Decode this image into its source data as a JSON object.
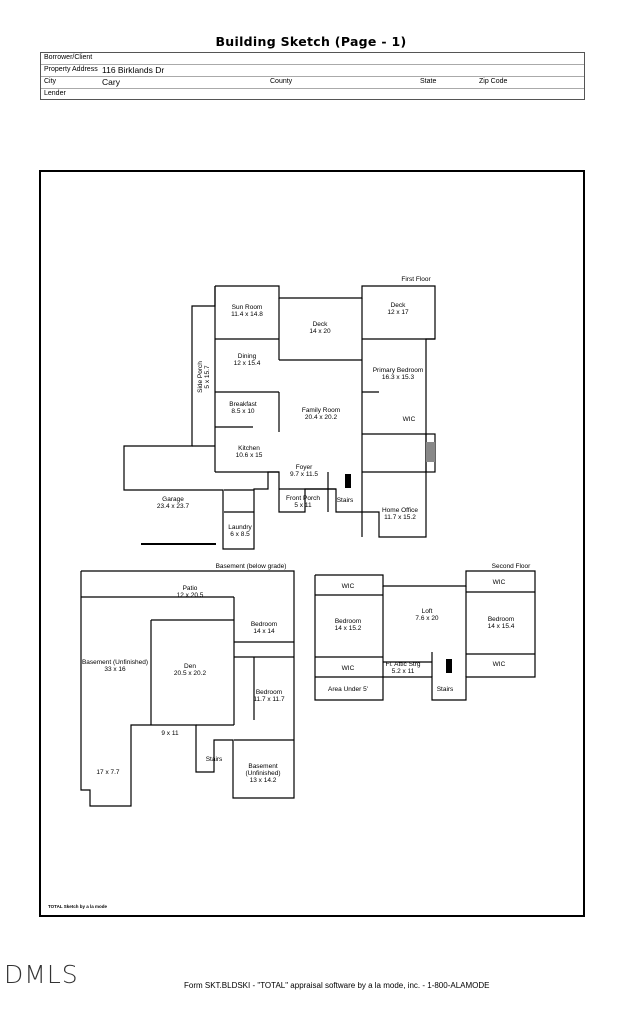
{
  "title": "Building Sketch (Page - 1)",
  "header": {
    "borrower_label": "Borrower/Client",
    "address_label": "Property Address",
    "address_value": "116 Birklands Dr",
    "city_label": "City",
    "city_value": "Cary",
    "county_label": "County",
    "state_label": "State",
    "zip_label": "Zip Code",
    "lender_label": "Lender"
  },
  "floors": {
    "first": "First Floor",
    "basement": "Basement (below grade)",
    "second": "Second Floor"
  },
  "rooms_first": {
    "sun_room": "Sun Room",
    "sun_room_dim": "11.4 x 14.8",
    "deck1": "Deck",
    "deck1_dim": "14 x 20",
    "deck2": "Deck",
    "deck2_dim": "12 x 17",
    "dining": "Dining",
    "dining_dim": "12 x 15.4",
    "side_porch": "Side Porch",
    "side_porch_dim": "5 x 15.7",
    "primary": "Primary Bedroom",
    "primary_dim": "16.3 x 15.3",
    "breakfast": "Breakfast",
    "breakfast_dim": "8.5 x 10",
    "family": "Family Room",
    "family_dim": "20.4 x 20.2",
    "wic": "WIC",
    "kitchen": "Kitchen",
    "kitchen_dim": "10.6 x 15",
    "foyer": "Foyer",
    "foyer_dim": "9.7 x 11.5",
    "garage": "Garage",
    "garage_dim": "23.4 x 23.7",
    "front_porch": "Front Porch",
    "front_porch_dim": "5 x 11",
    "stairs": "Stairs",
    "home_office": "Home Office",
    "home_office_dim": "11.7 x 15.2",
    "laundry": "Laundry",
    "laundry_dim": "6 x 8.5"
  },
  "rooms_basement": {
    "patio": "Patio",
    "patio_dim": "12 x 20.5",
    "bedroom1": "Bedroom",
    "bedroom1_dim": "14 x 14",
    "unfinished": "Basement (Unfinished)",
    "unfinished_dim": "33 x 16",
    "den": "Den",
    "den_dim": "20.5 x 20.2",
    "bedroom2": "Bedroom",
    "bedroom2_dim": "11.7 x 11.7",
    "dim_9x11": "9 x 11",
    "stairs": "Stairs",
    "dim_17x77": "17 x 7.7",
    "unfinished2_a": "Basement",
    "unfinished2_b": "(Unfinished)",
    "unfinished2_dim": "13 x 14.2"
  },
  "rooms_second": {
    "wic": "WIC",
    "bedroom1": "Bedroom",
    "bedroom1_dim": "14 x 15.2",
    "loft": "Loft",
    "loft_dim": "7.6 x 20",
    "bedroom2": "Bedroom",
    "bedroom2_dim": "14 x 15.4",
    "attic": "Fl. Attic Strg",
    "attic_dim": "5.2 x 11",
    "area_under": "Area Under 5'",
    "stairs": "Stairs"
  },
  "credit": "TOTAL Sketch by a la mode",
  "watermark": "DMLS",
  "footer": "Form SKT.BLDSKI - \"TOTAL\" appraisal software by a la mode, inc. - 1-800-ALAMODE"
}
